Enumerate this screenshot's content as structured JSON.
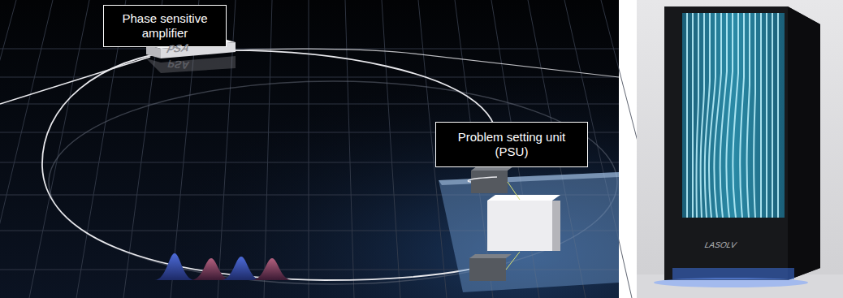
{
  "diagram": {
    "nodes": [
      {
        "text": [
          "Phase sensitive amplifier"
        ]
      },
      {
        "text": [
          "Problem setting unit (PSU)"
        ]
      }
    ],
    "labels": [
      "PSA",
      "PSA",
      "LASOLV"
    ]
  }
}
